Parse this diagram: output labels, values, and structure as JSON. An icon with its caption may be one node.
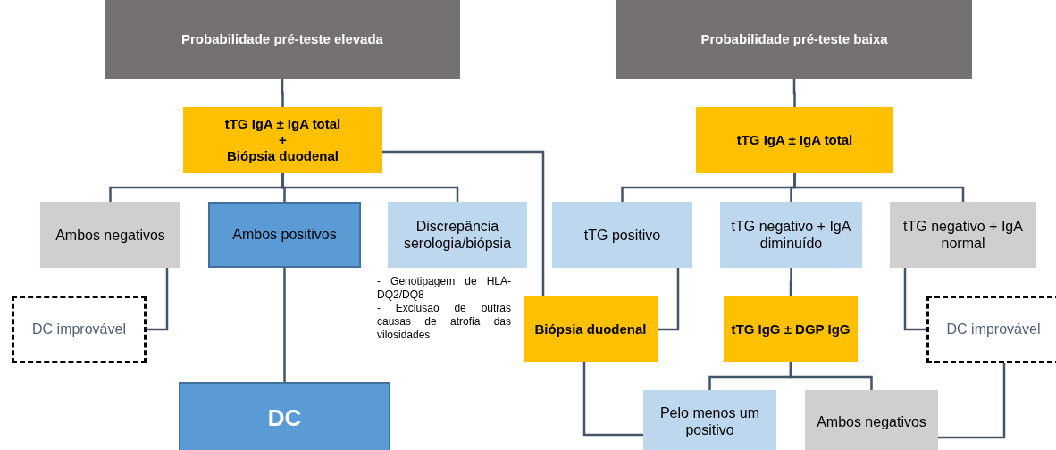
{
  "diagram": {
    "nodes": [
      {
        "text": [
          "Probabilidade pré-teste elevada"
        ]
      },
      {
        "text": [
          "Probabilidade pré-teste baixa"
        ]
      },
      {
        "text": [
          "tTG IgA ± IgA total",
          "+",
          "Biópsia duodenal"
        ]
      },
      {
        "text": [
          "tTG IgA ± IgA total"
        ]
      },
      {
        "text": [
          "Ambos negativos"
        ]
      },
      {
        "text": [
          "Ambos positivos"
        ]
      },
      {
        "text": [
          "Discrepância serologia/biópsia"
        ],
        "beside": [
          "- Genotipagem de HLA-DQ2/DQ8",
          "- Exclusão de outras causas de atrofia das vilosidades"
        ]
      },
      {
        "text": [
          "tTG positivo"
        ]
      },
      {
        "text": [
          "tTG negativo + IgA diminuído"
        ]
      },
      {
        "text": [
          "tTG negativo + IgA normal"
        ]
      },
      {
        "text": [
          "DC improvável"
        ]
      },
      {
        "text": [
          "Biópsia duodenal"
        ]
      },
      {
        "text": [
          "tTG IgG ± DGP IgG"
        ]
      },
      {
        "text": [
          "DC improvável"
        ]
      },
      {
        "text": [
          "DC"
        ]
      },
      {
        "text": [
          "Pelo menos um positivo"
        ]
      },
      {
        "text": [
          "Ambos negativos"
        ]
      }
    ],
    "edges": [
      {
        "from": 0,
        "to": 2,
        "arrow": "none"
      },
      {
        "from": 1,
        "to": 3,
        "arrow": "none"
      },
      {
        "from": 2,
        "to": 4,
        "arrow": "none"
      },
      {
        "from": 2,
        "to": 5,
        "arrow": "none"
      },
      {
        "from": 2,
        "to": 6,
        "arrow": "none"
      },
      {
        "from": 2,
        "to": 11,
        "arrow": "none"
      },
      {
        "from": 3,
        "to": 7,
        "arrow": "none"
      },
      {
        "from": 3,
        "to": 8,
        "arrow": "none"
      },
      {
        "from": 3,
        "to": 9,
        "arrow": "none"
      },
      {
        "from": 4,
        "to": 10,
        "arrow": "none"
      },
      {
        "from": 5,
        "to": 14,
        "arrow": "none"
      },
      {
        "from": 7,
        "to": 11,
        "arrow": "none"
      },
      {
        "from": 8,
        "to": 12,
        "arrow": "none"
      },
      {
        "from": 9,
        "to": 13,
        "arrow": "none"
      },
      {
        "from": 12,
        "to": 15,
        "arrow": "none"
      },
      {
        "from": 12,
        "to": 16,
        "arrow": "none"
      },
      {
        "from": 11,
        "to": 15,
        "arrow": "none"
      },
      {
        "from": 16,
        "to": 13,
        "arrow": "none"
      }
    ]
  }
}
